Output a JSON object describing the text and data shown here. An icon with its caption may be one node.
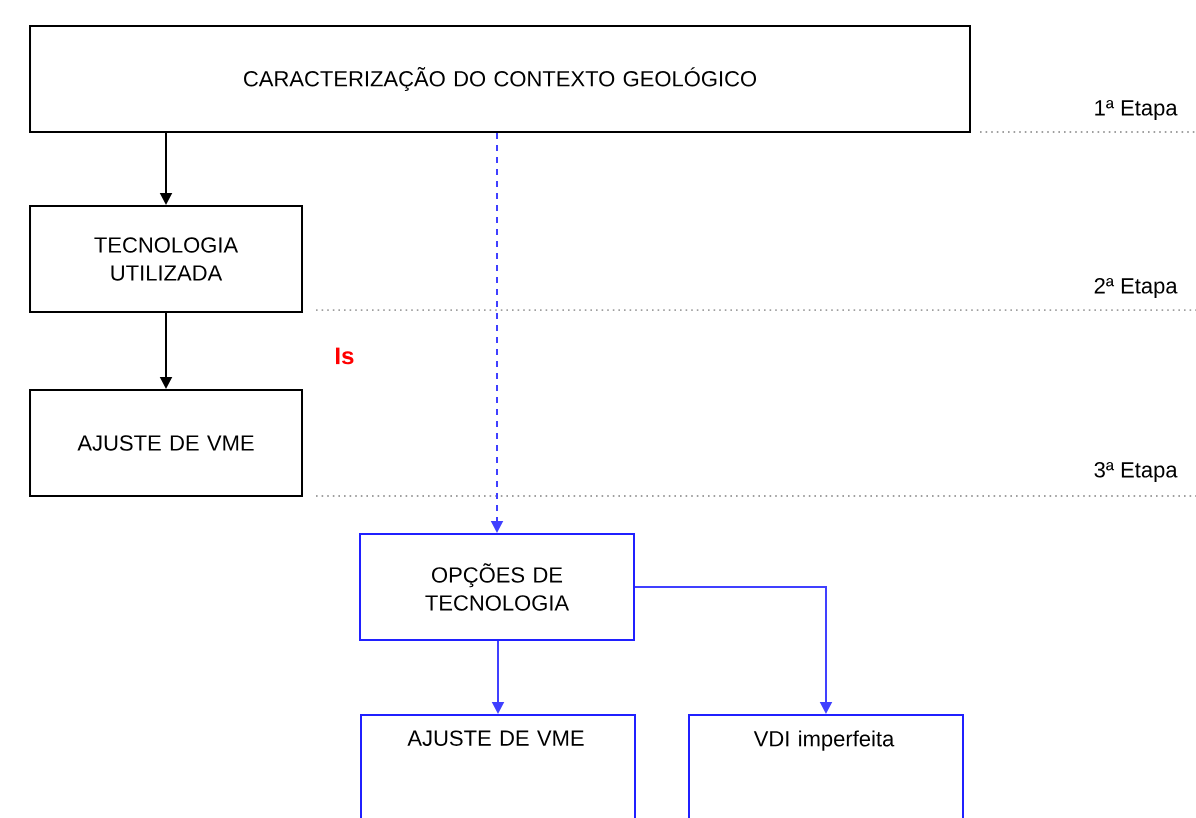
{
  "diagram": {
    "nodes": [
      {
        "text": [
          "CARACTERIZAÇÃO DO CONTEXTO GEOLÓGICO"
        ]
      },
      {
        "text": [
          "TECNOLOGIA UTILIZADA"
        ]
      },
      {
        "text": [
          "AJUSTE DE VME"
        ]
      },
      {
        "text": [
          "OPÇÕES DE TECNOLOGIA"
        ]
      },
      {
        "text": [
          "AJUSTE DE VME"
        ]
      },
      {
        "text": [
          "VDI imperfeita"
        ]
      }
    ],
    "edges": [
      {
        "from": 0,
        "to": 1,
        "arrow": "to",
        "color": "#000000"
      },
      {
        "from": 1,
        "to": 2,
        "arrow": "to",
        "color": "#000000"
      },
      {
        "from": 0,
        "to": 3,
        "arrow": "to",
        "style": "dashed"
      },
      {
        "from": 3,
        "to": 4,
        "arrow": "to"
      },
      {
        "from": 3,
        "to": 5,
        "arrow": "to"
      }
    ],
    "labels": [
      "1ª Etapa",
      "2ª Etapa",
      "Is",
      "3ª Etapa"
    ]
  }
}
